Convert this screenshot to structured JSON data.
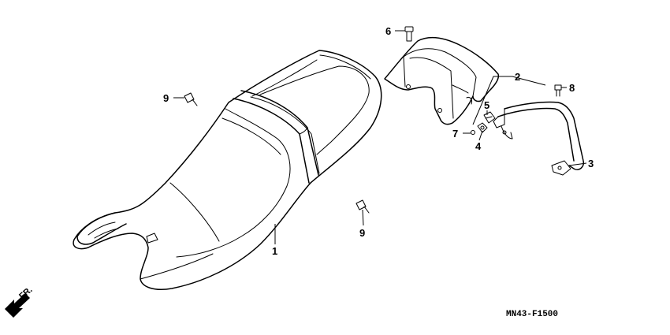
{
  "diagram_code": "MN43-F1500",
  "front_marker": "FR.",
  "callouts": {
    "seat": "1",
    "rear_cowl": "2",
    "grab_rail": "3",
    "collar": "4",
    "clip": "5",
    "cowl_screw": "6",
    "washer_screw": "7",
    "rail_bolt": "8",
    "seat_bolt_left": "9",
    "seat_bolt_right": "9"
  }
}
